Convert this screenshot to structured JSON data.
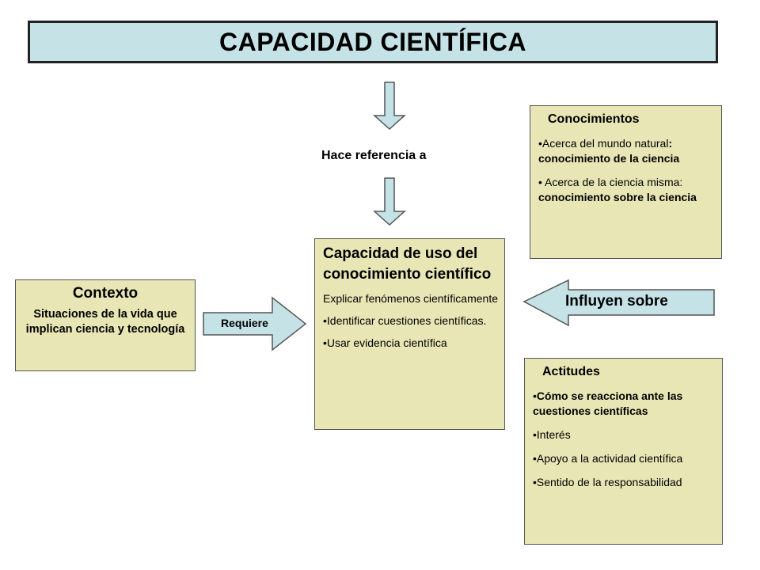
{
  "title": "CAPACIDAD CIENTÍFICA",
  "connector_label": "Hace referencia a",
  "requires_label": "Requiere",
  "influence_label": "Influyen sobre",
  "context": {
    "heading": "Contexto",
    "text": "Situaciones de la vida que implican ciencia y tecnología"
  },
  "main": {
    "heading": "Capacidad de uso del conocimiento científico",
    "items": [
      "Explicar fenómenos científicamente",
      "•Identificar cuestiones científicas.",
      "•Usar evidencia científica"
    ]
  },
  "knowledge": {
    "heading": "Conocimientos",
    "items": [
      {
        "plain": "•Acerca del mundo natural",
        "bold": ": conocimiento de la ciencia"
      },
      {
        "plain": "• Acerca de la ciencia misma: ",
        "bold": "conocimiento sobre la ciencia"
      }
    ]
  },
  "attitudes": {
    "heading": "Actitudes",
    "items": [
      {
        "plain": "•",
        "bold": "Cómo se reacciona ante las cuestiones científicas"
      },
      {
        "plain": "•Interés",
        "bold": ""
      },
      {
        "plain": "•Apoyo a la actividad científica",
        "bold": ""
      },
      {
        "plain": "•Sentido de la responsabilidad",
        "bold": ""
      }
    ]
  },
  "colors": {
    "title_fill": "#c5e3e6",
    "box_fill": "#e8e6b5",
    "arrow_fill": "#c5e3e6"
  }
}
